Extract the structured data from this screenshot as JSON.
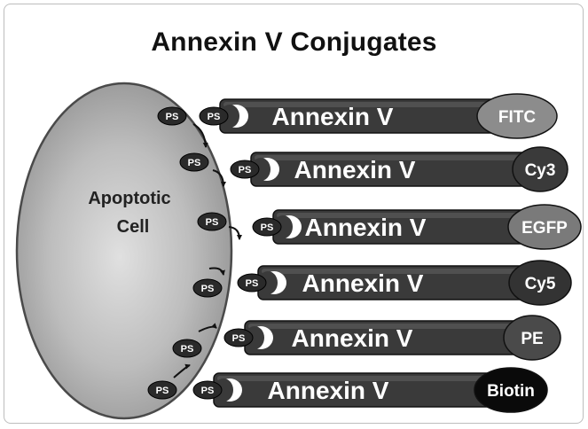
{
  "title": "Annexin V Conjugates",
  "cell": {
    "line1": "Apoptotic",
    "line2": "Cell"
  },
  "ps_label": "PS",
  "conjugates": [
    {
      "protein": "Annexin V",
      "tag": "FITC",
      "tag_color": "#8c8c8c",
      "tag_text_color": "#ffffff"
    },
    {
      "protein": "Annexin V",
      "tag": "Cy3",
      "tag_color": "#3a3a3a",
      "tag_text_color": "#ffffff"
    },
    {
      "protein": "Annexin V",
      "tag": "EGFP",
      "tag_color": "#7a7a7a",
      "tag_text_color": "#ffffff"
    },
    {
      "protein": "Annexin V",
      "tag": "Cy5",
      "tag_color": "#333333",
      "tag_text_color": "#ffffff"
    },
    {
      "protein": "Annexin V",
      "tag": "PE",
      "tag_color": "#4a4a4a",
      "tag_text_color": "#ffffff"
    },
    {
      "protein": "Annexin V",
      "tag": "Biotin",
      "tag_color": "#0a0a0a",
      "tag_text_color": "#ffffff"
    }
  ]
}
